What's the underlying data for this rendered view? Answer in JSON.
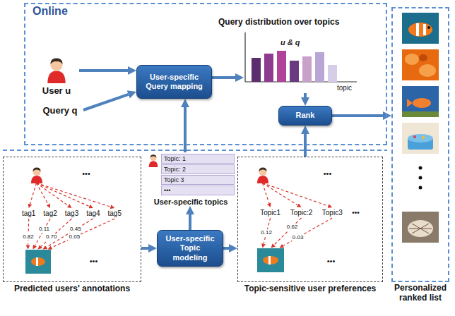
{
  "diagram": {
    "nodes": [
      {
        "text": [
          "Online"
        ]
      },
      {
        "text": [
          "User u"
        ],
        "in": 0
      },
      {
        "text": [
          "Query q"
        ],
        "in": 0
      },
      {
        "text": [
          "User-specific Query mapping"
        ],
        "in": 0
      },
      {
        "text": [
          "Query distribution over topics",
          "u & q",
          "topic"
        ],
        "in": 0
      },
      {
        "text": [
          "Rank"
        ],
        "in": 0
      },
      {
        "text": [
          "Personalized ranked list"
        ]
      },
      {
        "text": [
          "Predicted users' annotations"
        ]
      },
      {
        "text": [
          "•••"
        ],
        "in": 7
      },
      {
        "text": [
          "tag1",
          "tag2",
          "tag3",
          "tag4",
          "tag5"
        ],
        "in": 7
      },
      {
        "text": [
          "•••"
        ],
        "in": 7
      },
      {
        "text": [
          "Topic: 1",
          "Topic: 2",
          "Topic 3",
          "•••",
          "User-specific topics"
        ]
      },
      {
        "text": [
          "User-specific Topic modeling"
        ]
      },
      {
        "text": [
          "Topic-sensitive user preferences"
        ]
      },
      {
        "text": [
          "•••"
        ],
        "in": 13
      },
      {
        "text": [
          "Topic1",
          "Topic:2",
          "Topic3",
          "•••"
        ],
        "in": 13
      },
      {
        "text": [
          "•••"
        ],
        "in": 13
      }
    ],
    "edges": [
      {
        "from": 1,
        "to": 3,
        "arrow": "to"
      },
      {
        "from": 2,
        "to": 3,
        "arrow": "to"
      },
      {
        "from": 3,
        "to": 4,
        "arrow": "to"
      },
      {
        "from": 4,
        "to": 5,
        "arrow": "to"
      },
      {
        "from": 5,
        "to": 6,
        "arrow": "to"
      },
      {
        "from": 7,
        "to": 12,
        "arrow": "to"
      },
      {
        "from": 12,
        "to": 13,
        "arrow": "to"
      },
      {
        "from": 12,
        "to": 11,
        "arrow": "to"
      },
      {
        "from": 11,
        "to": 3,
        "arrow": "to"
      },
      {
        "from": 13,
        "to": 5,
        "arrow": "to"
      },
      {
        "from": 8,
        "to": 9,
        "arrow": "to"
      },
      {
        "from": 8,
        "to": 9,
        "arrow": "to"
      },
      {
        "from": 8,
        "to": 9,
        "arrow": "to"
      },
      {
        "from": 8,
        "to": 9,
        "arrow": "to"
      },
      {
        "from": 8,
        "to": 9,
        "arrow": "to"
      },
      {
        "from": 9,
        "to": 10,
        "arrow": "to",
        "label": "0.82"
      },
      {
        "from": 9,
        "to": 10,
        "arrow": "to",
        "label": "0.11"
      },
      {
        "from": 9,
        "to": 10,
        "arrow": "to",
        "label": "0.70"
      },
      {
        "from": 9,
        "to": 10,
        "arrow": "to",
        "label": "0.45"
      },
      {
        "from": 9,
        "to": 10,
        "arrow": "to",
        "label": "0.05"
      },
      {
        "from": 14,
        "to": 15,
        "arrow": "to"
      },
      {
        "from": 14,
        "to": 15,
        "arrow": "to"
      },
      {
        "from": 14,
        "to": 15,
        "arrow": "to"
      },
      {
        "from": 15,
        "to": 16,
        "arrow": "to",
        "label": "0.12"
      },
      {
        "from": 15,
        "to": 16,
        "arrow": "to",
        "label": "0.62"
      },
      {
        "from": 15,
        "to": 16,
        "arrow": "to",
        "label": "0.03"
      }
    ]
  }
}
